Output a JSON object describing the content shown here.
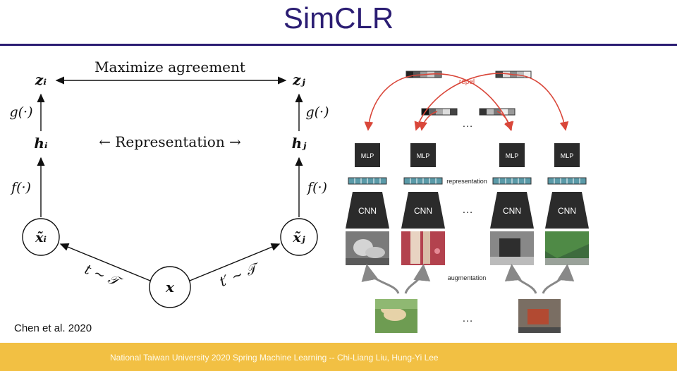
{
  "slide": {
    "title": "SimCLR",
    "citation": "Chen et al. 2020",
    "footer": "National Taiwan University 2020 Spring Machine Learning -- Chi-Liang Liu, Hung-Yi Lee"
  },
  "left_diagram": {
    "top_label": "Maximize agreement",
    "middle_label": "← Representation →",
    "z_i": "zᵢ",
    "z_j": "zⱼ",
    "h_i": "hᵢ",
    "h_j": "hⱼ",
    "g_left": "g(·)",
    "g_right": "g(·)",
    "f_left": "f(·)",
    "f_right": "f(·)",
    "xt_i": "x̃ᵢ",
    "xt_j": "x̃ⱼ",
    "x": "x",
    "t_left": "t ~ 𝒯",
    "t_right": "t′ ~ 𝒯"
  },
  "right_diagram": {
    "repel_label": "repel",
    "ellipsis_top": "…",
    "mlp_labels": [
      "MLP",
      "MLP",
      "MLP",
      "MLP"
    ],
    "representation_label": "representation",
    "cnn_labels": [
      "CNN",
      "CNN",
      "CNN",
      "CNN"
    ],
    "ellipsis_mid": "…",
    "augmentation_label": "augmentation",
    "ellipsis_bottom": "…",
    "colors": {
      "repel_arrow": "#d9473a",
      "block": "#2b2b2b",
      "teal": "#5a9aa8"
    }
  }
}
